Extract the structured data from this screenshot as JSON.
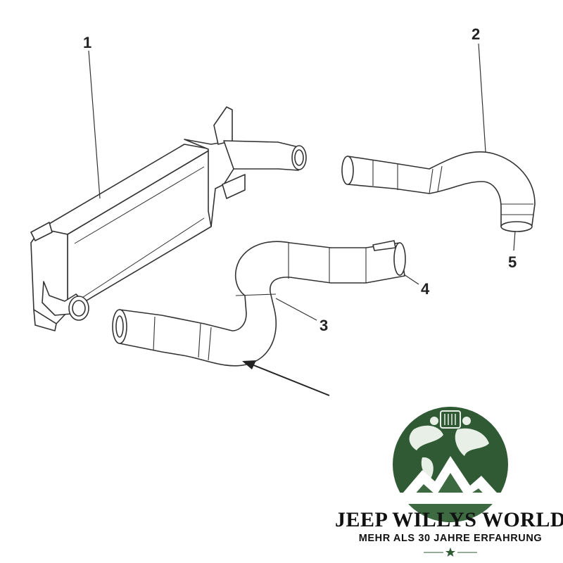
{
  "diagram": {
    "callouts": [
      {
        "id": "1",
        "label": "1"
      },
      {
        "id": "2",
        "label": "2"
      },
      {
        "id": "3",
        "label": "3"
      },
      {
        "id": "4",
        "label": "4"
      },
      {
        "id": "5",
        "label": "5"
      }
    ]
  },
  "logo": {
    "brand_name": "JEEP WILLYS WORLD",
    "tagline": "MEHR ALS 30 JAHRE ERFAHRUNG",
    "accent_color": "#2f5a34"
  }
}
